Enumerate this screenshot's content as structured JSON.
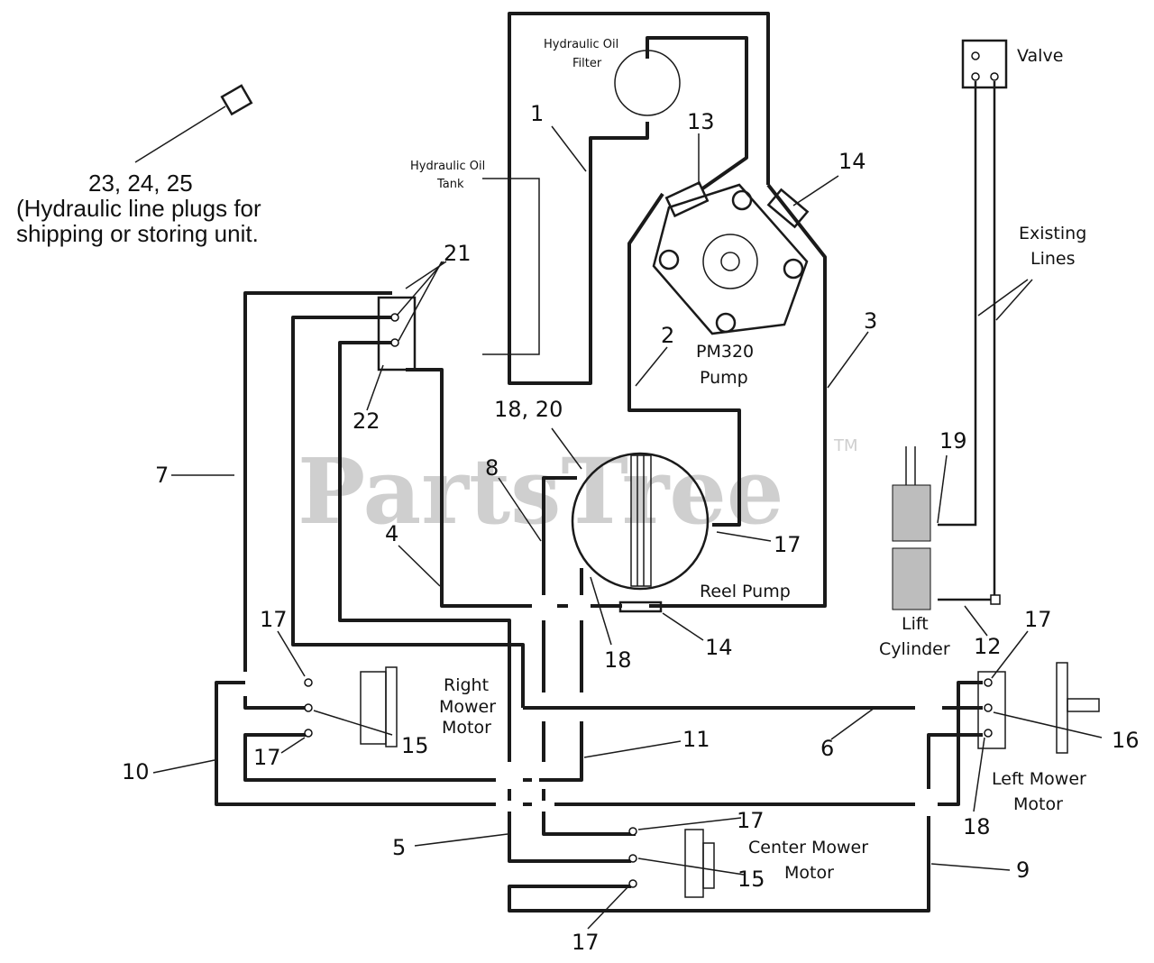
{
  "watermark": {
    "text": "PartsTree",
    "tm": "TM"
  },
  "labels": {
    "hydraulic_oil_filter": [
      "Hydraulic Oil",
      "Filter"
    ],
    "hydraulic_oil_tank": [
      "Hydraulic Oil",
      "Tank"
    ],
    "pump": [
      "PM320",
      "Pump"
    ],
    "reel_pump": "Reel Pump",
    "valve": "Valve",
    "existing_lines": [
      "Existing",
      "Lines"
    ],
    "lift_cylinder": [
      "Lift",
      "Cylinder"
    ],
    "right_mower_motor": [
      "Right",
      "Mower",
      "Motor"
    ],
    "left_mower_motor": [
      "Left Mower",
      "Motor"
    ],
    "center_mower_motor": [
      "Center Mower",
      "Motor"
    ],
    "plug_note": [
      "23, 24, 25",
      "(Hydraulic line plugs for",
      "shipping or storing unit."
    ]
  },
  "callouts": {
    "c1": "1",
    "c2": "2",
    "c3": "3",
    "c4": "4",
    "c5": "5",
    "c6": "6",
    "c7": "7",
    "c8": "8",
    "c9": "9",
    "c10": "10",
    "c11": "11",
    "c12": "12",
    "c13": "13",
    "c14_top": "14",
    "c14_bot": "14",
    "c15_right": "15",
    "c15_center": "15",
    "c16": "16",
    "c17_reel": "17",
    "c17_rmm_top": "17",
    "c17_rmm_bot": "17",
    "c17_lmm": "17",
    "c17_cmm_top": "17",
    "c17_cmm_bot": "17",
    "c18_reel": "18",
    "c18_lmm": "18",
    "c18_20": "18, 20",
    "c19": "19",
    "c21": "21",
    "c22": "22"
  }
}
